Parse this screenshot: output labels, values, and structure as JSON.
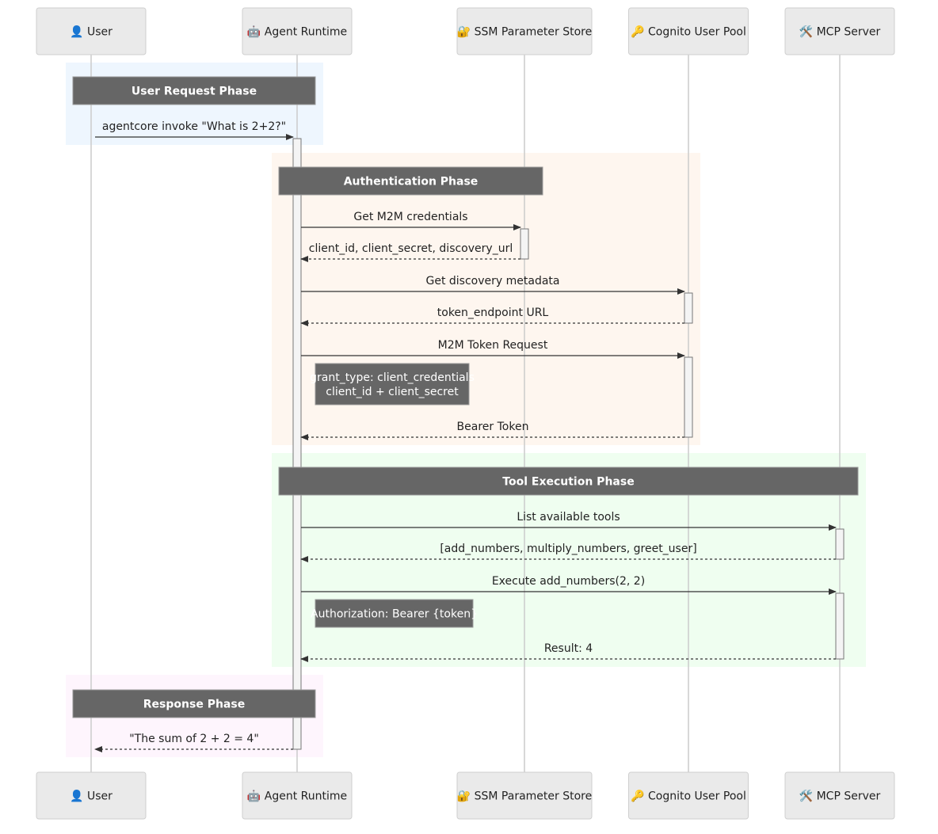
{
  "participants": [
    {
      "id": "user",
      "label": "👤 User"
    },
    {
      "id": "agent",
      "label": "🤖 Agent Runtime"
    },
    {
      "id": "ssm",
      "label": "🔐 SSM Parameter Store"
    },
    {
      "id": "cognito",
      "label": "🔑 Cognito User Pool"
    },
    {
      "id": "mcp",
      "label": "🛠️ MCP Server"
    }
  ],
  "phases": [
    {
      "label": "User Request Phase",
      "tint": "#eef6fe"
    },
    {
      "label": "Authentication Phase",
      "tint": "#fef6ef"
    },
    {
      "label": "Tool Execution Phase",
      "tint": "#effef0"
    },
    {
      "label": "Response Phase",
      "tint": "#fef5fd"
    }
  ],
  "messages": [
    {
      "label": "agentcore invoke \"What is 2+2?\"",
      "from": "user",
      "to": "agent",
      "style": "solid"
    },
    {
      "label": "Get M2M credentials",
      "from": "agent",
      "to": "ssm",
      "style": "solid"
    },
    {
      "label": "client_id, client_secret, discovery_url",
      "from": "ssm",
      "to": "agent",
      "style": "dashed"
    },
    {
      "label": "Get discovery metadata",
      "from": "agent",
      "to": "cognito",
      "style": "solid"
    },
    {
      "label": "token_endpoint URL",
      "from": "cognito",
      "to": "agent",
      "style": "dashed"
    },
    {
      "label": "M2M Token Request",
      "from": "agent",
      "to": "cognito",
      "style": "solid"
    },
    {
      "label": "Bearer Token",
      "from": "cognito",
      "to": "agent",
      "style": "dashed"
    },
    {
      "label": "List available tools",
      "from": "agent",
      "to": "mcp",
      "style": "solid"
    },
    {
      "label": "[add_numbers, multiply_numbers, greet_user]",
      "from": "mcp",
      "to": "agent",
      "style": "dashed"
    },
    {
      "label": "Execute add_numbers(2, 2)",
      "from": "agent",
      "to": "mcp",
      "style": "solid"
    },
    {
      "label": "Result: 4",
      "from": "mcp",
      "to": "agent",
      "style": "dashed"
    },
    {
      "label": "\"The sum of 2 + 2 = 4\"",
      "from": "agent",
      "to": "user",
      "style": "dashed"
    }
  ],
  "notes": [
    {
      "lines": [
        "grant_type: client_credentials",
        "client_id + client_secret"
      ]
    },
    {
      "lines": [
        "Authorization: Bearer {token}"
      ]
    }
  ],
  "colors": {
    "actor_fill": "#eaeaea",
    "phase_header": "#666666",
    "lifeline": "#cccccc",
    "arrow": "#333333"
  }
}
